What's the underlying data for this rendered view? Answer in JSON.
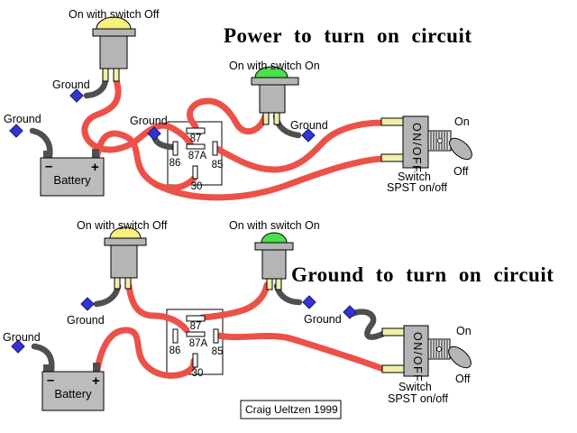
{
  "titles": {
    "top": "Power to turn on circuit",
    "bottom": "Ground to turn on circuit"
  },
  "labels": {
    "ground": "Ground",
    "on_with_switch_off": "On with switch Off",
    "on_with_switch_on": "On with switch On",
    "battery": "Battery",
    "battery_minus": "–",
    "battery_plus": "+",
    "switch_onoff_vertical": "ON/OFF",
    "switch_on": "On",
    "switch_off": "Off",
    "switch_name": "Switch",
    "switch_type": "SPST on/off",
    "relay_87": "87",
    "relay_87a": "87A",
    "relay_86": "86",
    "relay_85": "85",
    "relay_30": "30"
  },
  "credit": "Craig Ueltzen 1999",
  "colors": {
    "wire_hot": "#ec5148",
    "wire_ground": "#4f4f4f",
    "connector_blue": "#3434d0",
    "lamp_yellow": "#f7f07c",
    "lamp_green": "#4cdf4c",
    "metal_gray": "#b5b5b5",
    "pin_yellow": "#f2eeaa",
    "battery_gray": "#bcbcbc",
    "plus_red": "#cc2020"
  }
}
